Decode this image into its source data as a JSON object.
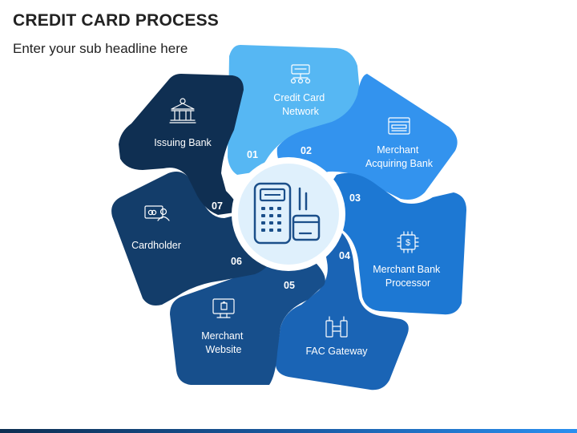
{
  "header": {
    "title": "CREDIT CARD PROCESS",
    "subtitle": "Enter your sub headline here"
  },
  "center": {
    "icon": "card-terminal-icon"
  },
  "segments": [
    {
      "number": "01",
      "label_lines": [
        "Credit Card",
        "Network"
      ],
      "icon": "network-icon",
      "color": "#56b7f3"
    },
    {
      "number": "02",
      "label_lines": [
        "Merchant",
        "Acquiring Bank"
      ],
      "icon": "browser-window-icon",
      "color": "#3393ee"
    },
    {
      "number": "03",
      "label_lines": [
        "Merchant Bank",
        "Processor"
      ],
      "icon": "processor-chip-icon",
      "color": "#1d78d3"
    },
    {
      "number": "04",
      "label_lines": [
        "FAC Gateway"
      ],
      "icon": "gateway-icon",
      "color": "#1a64b5"
    },
    {
      "number": "05",
      "label_lines": [
        "Merchant",
        "Website"
      ],
      "icon": "monitor-shopping-icon",
      "color": "#174f8c"
    },
    {
      "number": "06",
      "label_lines": [
        "Cardholder"
      ],
      "icon": "person-card-icon",
      "color": "#133d6a"
    },
    {
      "number": "07",
      "label_lines": [
        "Issuing Bank"
      ],
      "icon": "bank-building-icon",
      "color": "#0f2f52"
    }
  ]
}
